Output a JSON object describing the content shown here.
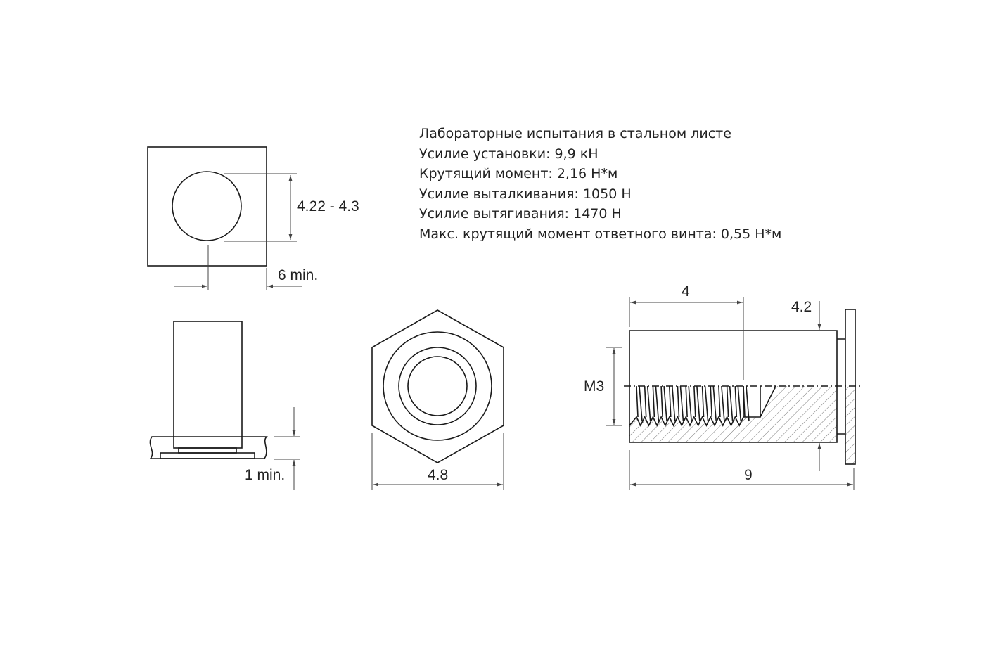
{
  "specs": {
    "title": "Лабораторные испытания в стальном листе",
    "lines": [
      "Усилие установки: 9,9 кН",
      "Крутящий момент: 2,16 Н*м",
      "Усилие выталкивания: 1050 Н",
      "Усилие вытягивания: 1470 Н",
      "Макс. крутящий момент ответного винта: 0,55 Н*м"
    ]
  },
  "dimensions": {
    "hole_diameter": "4.22 - 4.3",
    "edge_distance": "6 min.",
    "sheet_thickness": "1 min.",
    "hex_width": "4.8",
    "thread_length": "4",
    "body_diameter": "4.2",
    "thread": "M3",
    "total_length": "9"
  },
  "colors": {
    "sheet_fill": "#d9d9d9",
    "line": "#1a1a1a"
  }
}
